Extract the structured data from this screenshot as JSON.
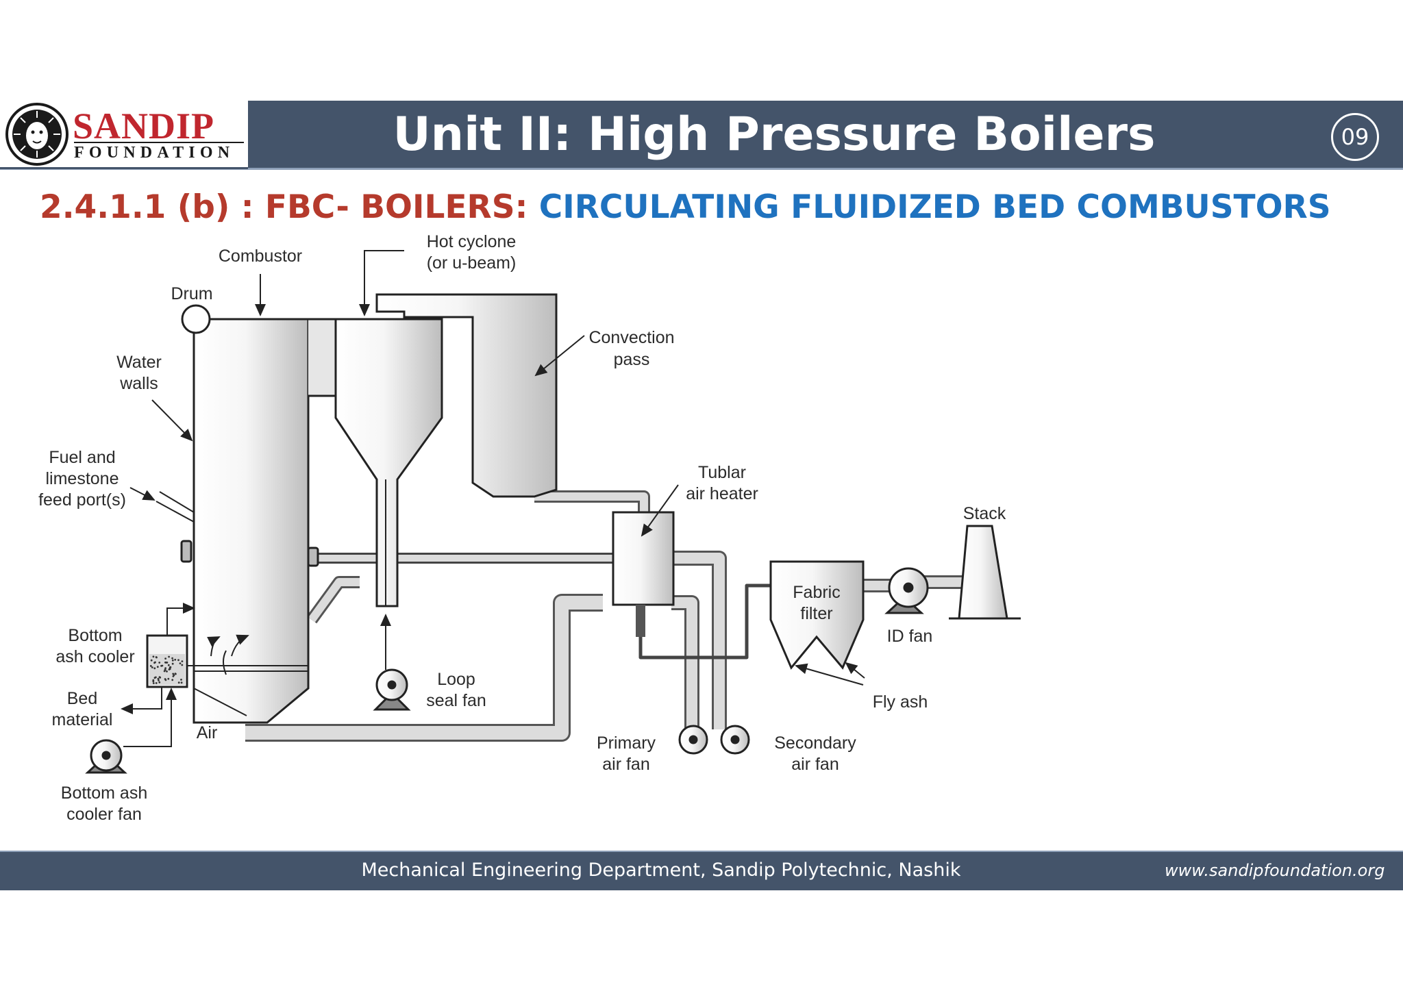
{
  "header": {
    "logo_name": "SANDIP",
    "logo_sub": "FOUNDATION",
    "title": "Unit II: High Pressure Boilers",
    "slide_number": "09"
  },
  "subtitle": {
    "prefix": "2.4.1.1 (b) : FBC- BOILERS: ",
    "main": "CIRCULATING FLUIDIZED BED COMBUSTORS"
  },
  "diagram_labels": {
    "combustor": "Combustor",
    "hot_cyclone_1": "Hot cyclone",
    "hot_cyclone_2": "(or u-beam)",
    "drum": "Drum",
    "convection_1": "Convection",
    "convection_2": "pass",
    "water_1": "Water",
    "water_2": "walls",
    "fuel_1": "Fuel and",
    "fuel_2": "limestone",
    "fuel_3": "feed port(s)",
    "tubular_1": "Tublar",
    "tubular_2": "air heater",
    "stack": "Stack",
    "fabric_1": "Fabric",
    "fabric_2": "filter",
    "id_fan": "ID fan",
    "bottom_cooler_1": "Bottom",
    "bottom_cooler_2": "ash cooler",
    "loop_1": "Loop",
    "loop_2": "seal fan",
    "fly_ash": "Fly ash",
    "bed_1": "Bed",
    "bed_2": "material",
    "air": "Air",
    "primary_1": "Primary",
    "primary_2": "air fan",
    "secondary_1": "Secondary",
    "secondary_2": "air fan",
    "bottom_fan_1": "Bottom ash",
    "bottom_fan_2": "cooler fan"
  },
  "footer": {
    "department": "Mechanical Engineering Department, Sandip Polytechnic, Nashik",
    "url": "www.sandipfoundation.org"
  },
  "colors": {
    "header_bg": "#44546a",
    "brand_red": "#c0262e",
    "subtitle_red": "#b53a2c",
    "subtitle_blue": "#1f72bf"
  }
}
